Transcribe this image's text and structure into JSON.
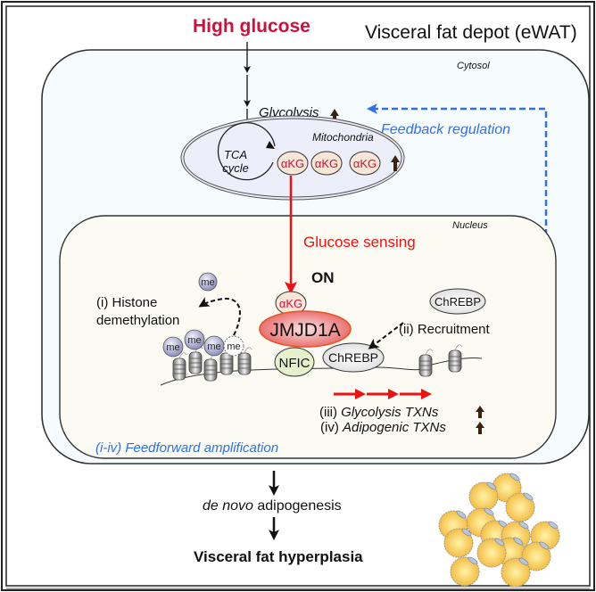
{
  "title": "Visceral fat depot (eWAT)",
  "input": "High glucose",
  "compartments": {
    "cytosol": "Cytosol",
    "mitochondria": "Mitochondria",
    "nucleus": "Nucleus"
  },
  "glycolysis": "Glycolysis",
  "feedback": "Feedback regulation",
  "tca": {
    "line1": "TCA",
    "line2": "cycle"
  },
  "akg": "αKG",
  "glucose_sensing": "Glucose sensing",
  "on_label": "ON",
  "proteins": {
    "jmjd1a": "JMJD1A",
    "nfic": "NFIC",
    "chrebp": "ChREBP",
    "chrebp_free": "ChREBP"
  },
  "me": "me",
  "steps": {
    "histone_line1": "(i) Histone",
    "histone_line2": "demethylation",
    "recruitment": "(ii) Recruitment",
    "iii_prefix": "(iii) ",
    "iii_text": "Glycolysis TXNs",
    "iv_prefix": "(iv) ",
    "iv_text": "Adipogenic TXNs"
  },
  "feedforward": "(i-iv) Feedforward  amplification",
  "outcome": {
    "adipo_italic": "de novo",
    "adipo_rest": " adipogenesis",
    "final": "Visceral fat hyperplasia"
  },
  "colors": {
    "input_red": "#d0103a",
    "signal_red": "#ee1111",
    "feedback_blue": "#2f6ff0",
    "up_arrow_brown": "#3a2210"
  }
}
